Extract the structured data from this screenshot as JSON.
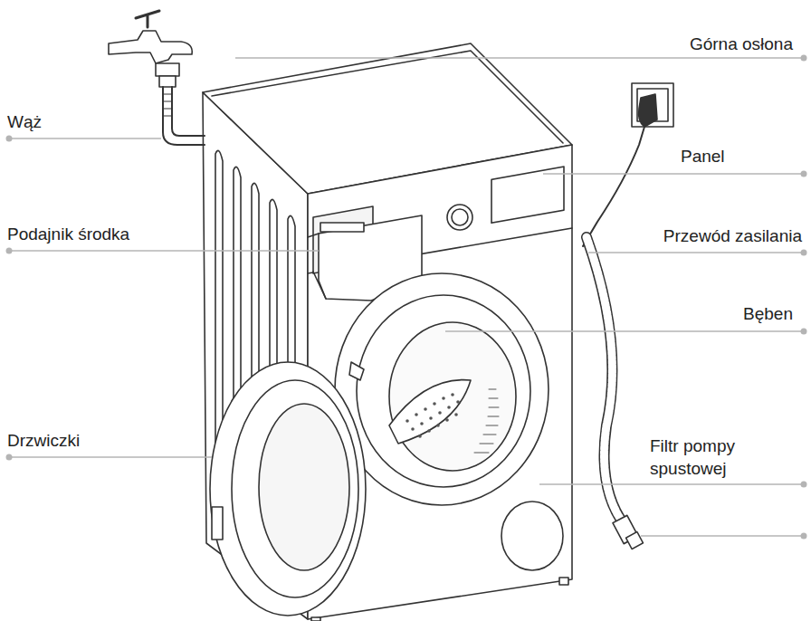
{
  "diagram": {
    "labels": [
      "Górna osłona",
      "Wąż",
      "Panel",
      "Podajnik środka",
      "Przewód zasilania",
      "Bęben",
      "Drzwiczki",
      "Filtr pompy spustowej"
    ]
  }
}
